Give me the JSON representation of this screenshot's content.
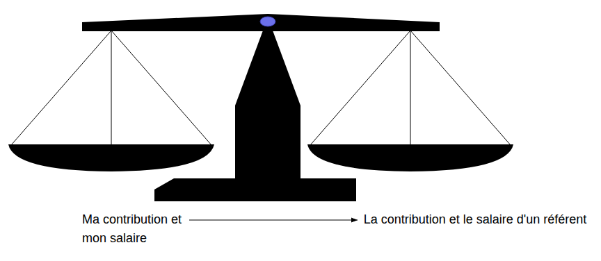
{
  "diagram": {
    "nodes": [
      {
        "text": [
          "Ma contribution et mon salaire"
        ]
      },
      {
        "text": [
          "La contribution et le salaire d'un référent"
        ]
      }
    ],
    "edges": [
      {
        "from": 0,
        "to": 1,
        "arrow": "to"
      }
    ]
  }
}
